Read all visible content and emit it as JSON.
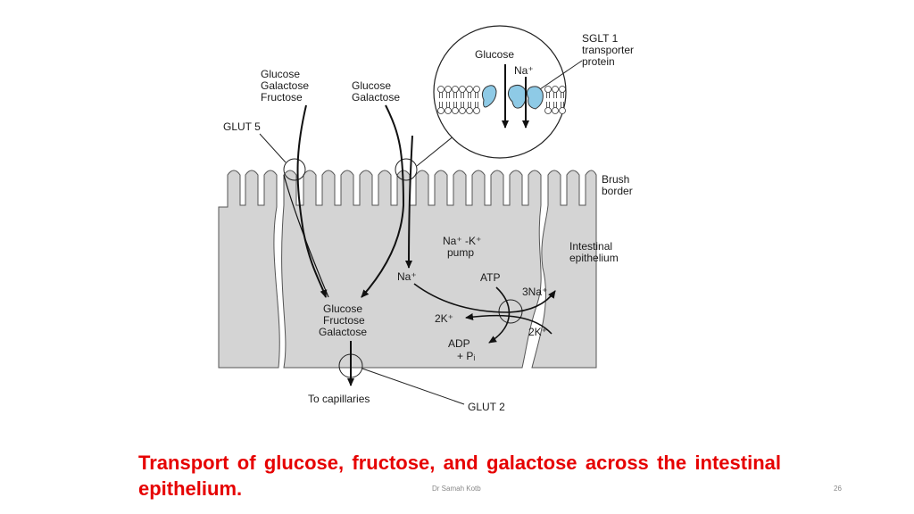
{
  "diagram": {
    "labels": {
      "sglt1": [
        "SGLT 1",
        "transporter",
        "protein"
      ],
      "inset_glucose": "Glucose",
      "inset_na": "Na⁺",
      "glut5_sugars": [
        "Glucose",
        "Galactose",
        "Fructose"
      ],
      "sglt_sugars": [
        "Glucose",
        "Galactose"
      ],
      "glut5": "GLUT 5",
      "brush_border": [
        "Brush",
        "border"
      ],
      "pump": [
        "Na⁺ -K⁺",
        "pump"
      ],
      "intestinal_epithelium": [
        "Intestinal",
        "epithelium"
      ],
      "na_in": "Na⁺",
      "atp": "ATP",
      "three_na": "3Na⁺",
      "two_k_left": "2K⁺",
      "two_k_right": "2K⁺",
      "adp": "ADP",
      "pi": "+ Pᵢ",
      "cell_sugars": [
        "Glucose",
        "Fructose",
        "Galactose"
      ],
      "to_capillaries": "To capillaries",
      "glut2": "GLUT 2"
    },
    "colors": {
      "transporter": "#8ecae6",
      "cell": "#d4d4d4",
      "outline": "#555555"
    }
  },
  "caption": "Transport of glucose, fructose, and galactose across the intestinal epithelium.",
  "footer": {
    "author": "Dr Samah Kotb",
    "page_number": "26"
  }
}
